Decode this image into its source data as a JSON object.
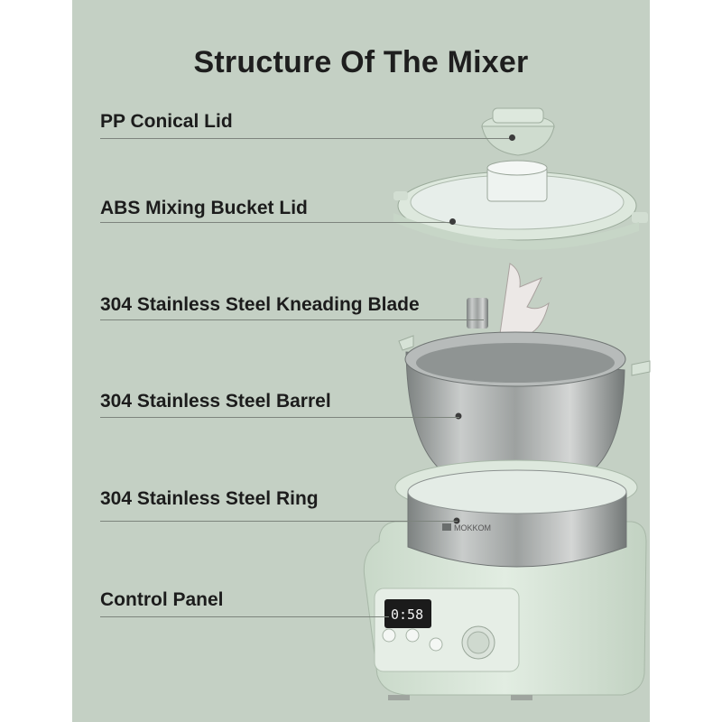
{
  "title": "Structure Of The Mixer",
  "parts": [
    {
      "label": "PP Conical Lid"
    },
    {
      "label": "ABS Mixing Bucket Lid"
    },
    {
      "label": "304 Stainless Steel Kneading Blade"
    },
    {
      "label": "304 Stainless Steel Barrel"
    },
    {
      "label": "304 Stainless Steel Ring"
    },
    {
      "label": "Control Panel"
    }
  ],
  "product": {
    "brand_logo": "MOKKOM",
    "display_time": "0:58",
    "colors": {
      "background": "#c4d0c4",
      "body": "#d9e6d9",
      "steel": "#a9acab",
      "text": "#1c1c1c"
    }
  }
}
